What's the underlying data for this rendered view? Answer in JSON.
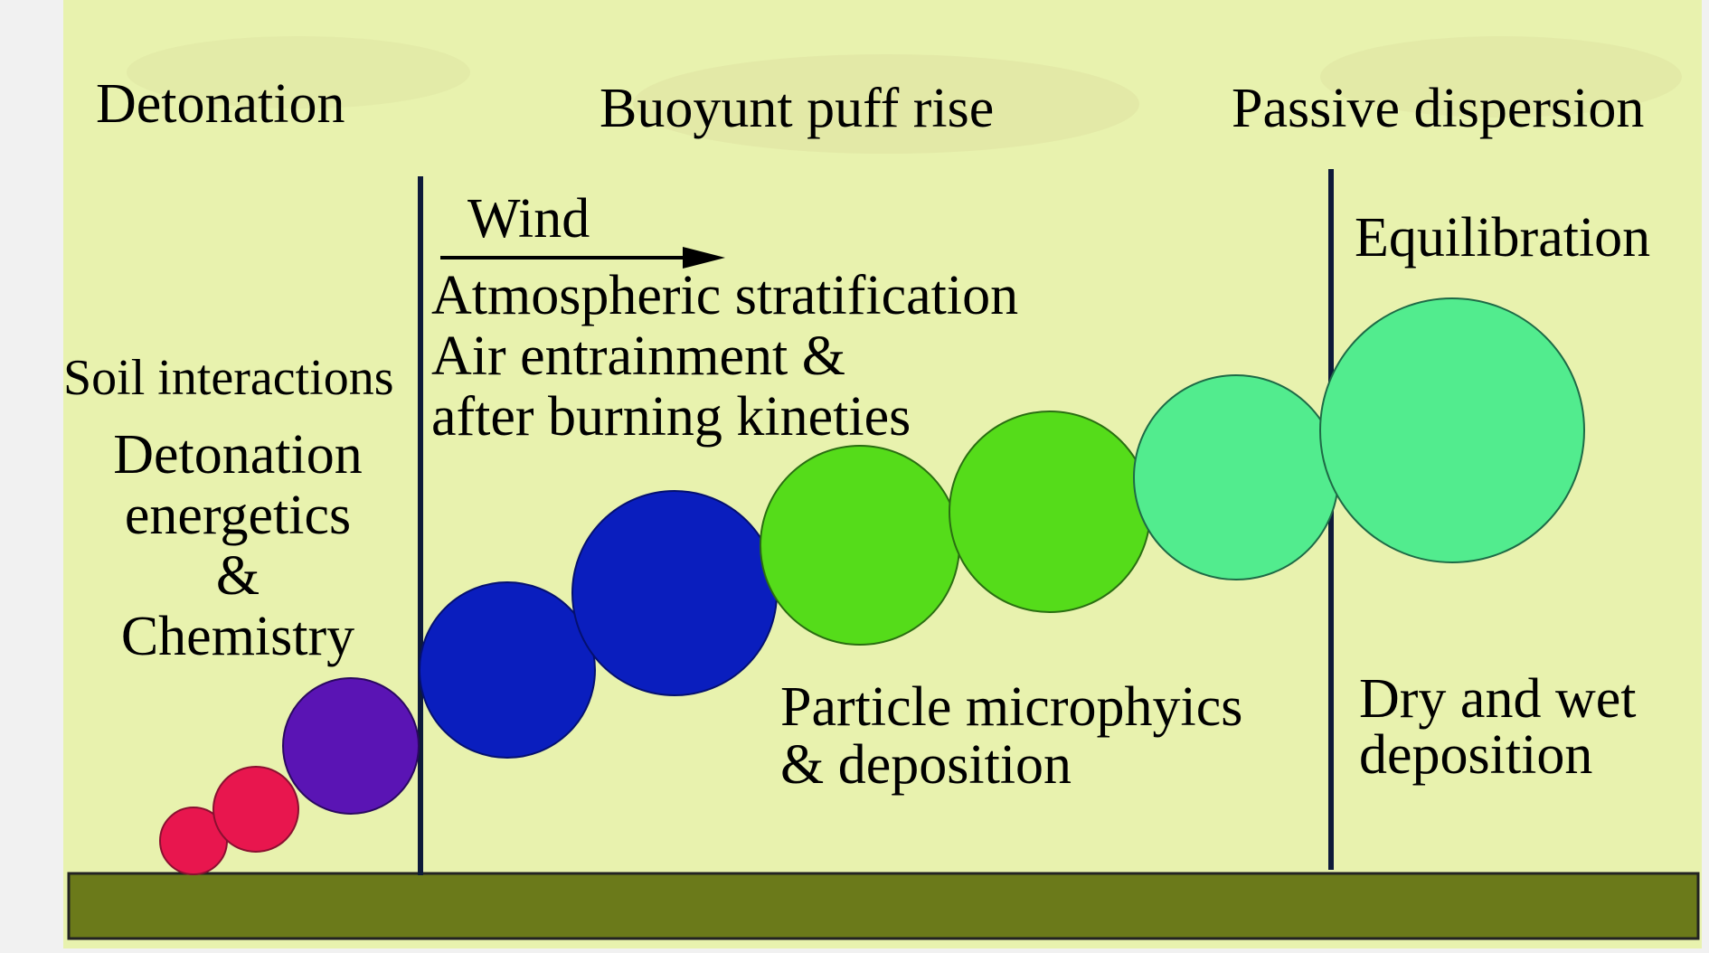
{
  "stages": {
    "detonation": "Detonation",
    "buoyant": "Buoyunt puff rise",
    "passive": "Passive dispersion"
  },
  "wind_label": "Wind",
  "labels": {
    "soil": "Soil interactions",
    "energetics_1": "Detonation",
    "energetics_2": "energetics",
    "energetics_3": "&",
    "energetics_4": "Chemistry",
    "atmos_1": "Atmospheric stratification",
    "atmos_2": "Air entrainment &",
    "atmos_3": "after burning kineties",
    "particle_1": "Particle microphyics",
    "particle_2": "& deposition",
    "equilibration": "Equilibration",
    "drywet_1": "Dry and wet",
    "drywet_2": "deposition"
  },
  "colors": {
    "background": "#e8f2ae",
    "ground": "#6b7a1a",
    "divider": "#0d1a3a",
    "puff_red": "#e8164e",
    "puff_purple": "#5a14b4",
    "puff_blue": "#0a1ebe",
    "puff_green": "#55dc1a",
    "puff_mint": "#52ec8e"
  }
}
